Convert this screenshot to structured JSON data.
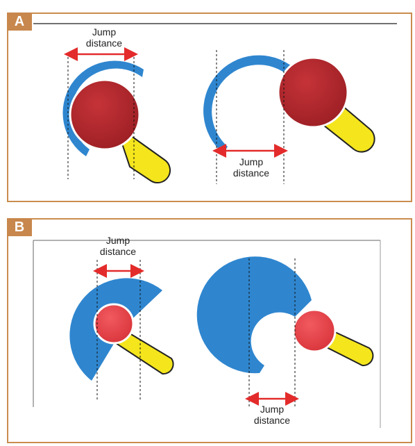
{
  "panels": [
    {
      "letter": "A",
      "diagrams": [
        {
          "label_line1": "Jump",
          "label_line2": "distance"
        },
        {
          "label_line1": "Jump",
          "label_line2": "distance"
        }
      ]
    },
    {
      "letter": "B",
      "diagrams": [
        {
          "label_line1": "Jump",
          "label_line2": "distance"
        },
        {
          "label_line1": "Jump",
          "label_line2": "distance"
        }
      ]
    }
  ],
  "colors": {
    "border": "#c98c4e",
    "tag": "#c8874c",
    "blue_arc": "#2f86cf",
    "ball_dark_red": "#b8282d",
    "ball_light_red": "#e8444a",
    "handle_yellow": "#f4e51c",
    "arrow_red": "#e32b2b"
  }
}
